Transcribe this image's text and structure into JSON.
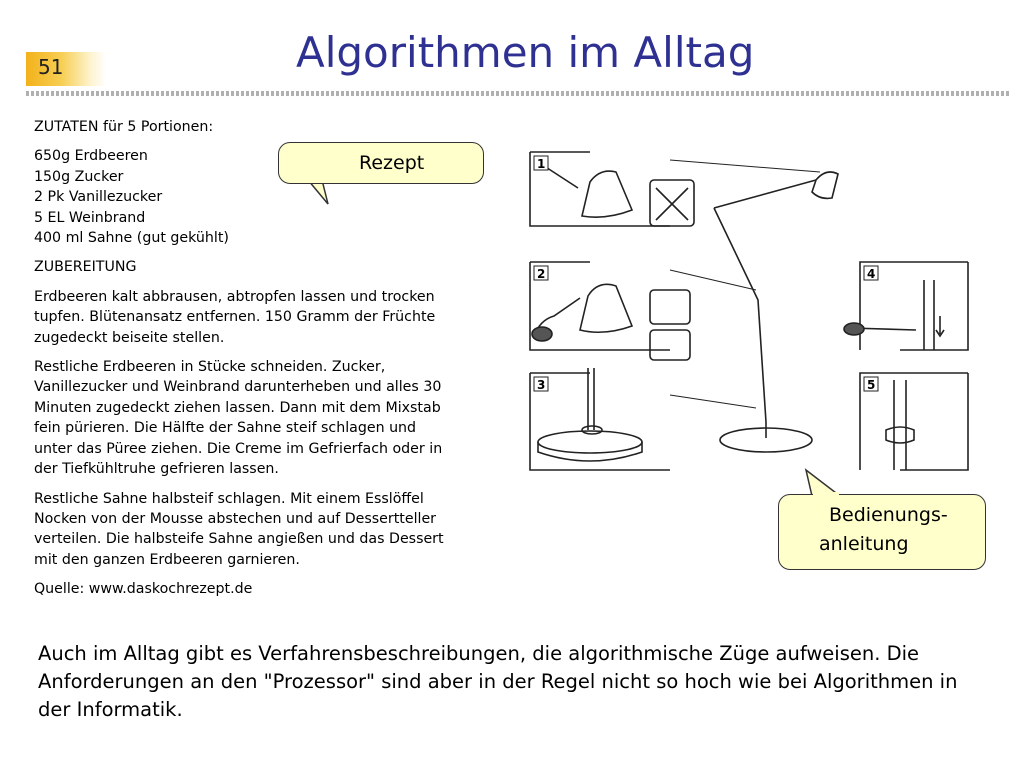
{
  "slide": {
    "number": "51",
    "title": "Algorithmen im Alltag"
  },
  "recipe": {
    "ingredients_heading": "ZUTATEN für 5 Portionen:",
    "ingredients": [
      "650g Erdbeeren",
      "150g Zucker",
      "2 Pk Vanillezucker",
      "5 EL Weinbrand",
      "400 ml Sahne (gut gekühlt)"
    ],
    "preparation_heading": "ZUBEREITUNG",
    "steps": [
      [
        "Erdbeeren kalt abbrausen, abtropfen lassen und trocken",
        "tupfen. Blütenansatz entfernen. 150 Gramm der Früchte",
        "zugedeckt beiseite stellen."
      ],
      [
        "Restliche Erdbeeren in Stücke schneiden. Zucker,",
        "Vanillezucker und Weinbrand darunterheben und alles 30",
        "Minuten zugedeckt ziehen lassen. Dann mit dem Mixstab",
        "fein pürieren. Die Hälfte der Sahne steif schlagen und",
        "unter das Püree ziehen. Die Creme im Gefrierfach oder in",
        "der Tiefkühltruhe gefrieren lassen."
      ],
      [
        "Restliche Sahne halbsteif schlagen. Mit einem Esslöffel",
        "Nocken von der Mousse abstechen und auf Dessertteller",
        "verteilen. Die halbsteife Sahne angießen und das Dessert",
        "mit den ganzen Erdbeeren garnieren."
      ]
    ],
    "source": "Quelle: www.daskochrezept.de"
  },
  "callouts": {
    "recipe": "Rezept",
    "manual_line1": "Bedienungs-",
    "manual_line2": "anleitung"
  },
  "manual": {
    "step_numbers": [
      "1",
      "2",
      "3",
      "4",
      "5"
    ]
  },
  "footer": {
    "text_lines": [
      "Auch im Alltag gibt es Verfahrensbeschreibungen, die algorithmische Züge aufweisen. Die",
      "Anforderungen an den \"Prozessor\" sind aber in der Regel nicht so hoch wie bei Algorithmen in",
      "der Informatik."
    ]
  },
  "colors": {
    "title": "#2e3192",
    "callout_fill": "#ffffcc",
    "slide_number_bar": "#f3b21a"
  }
}
